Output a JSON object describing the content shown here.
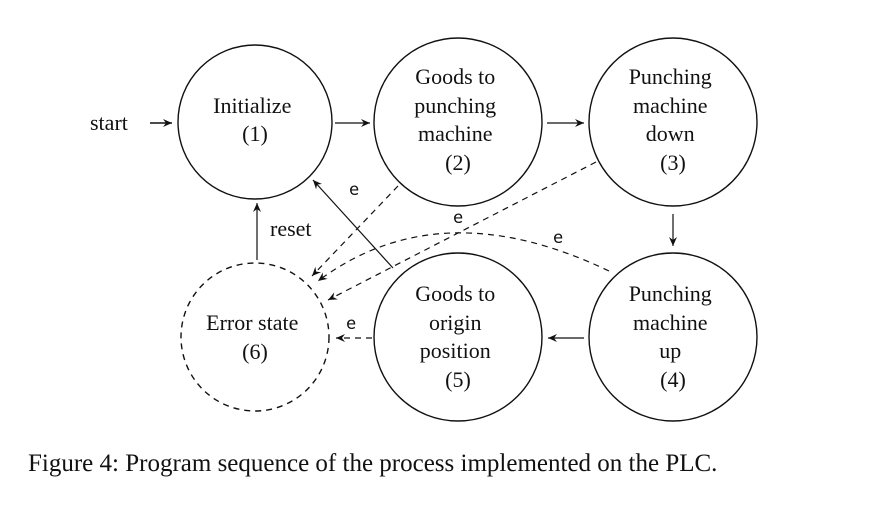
{
  "states": [
    {
      "id": "s1",
      "lines": [
        "Initialize",
        "(1)"
      ],
      "dashed": false
    },
    {
      "id": "s2",
      "lines": [
        "Goods to",
        "punching",
        "machine",
        "(2)"
      ],
      "dashed": false
    },
    {
      "id": "s3",
      "lines": [
        "Punching",
        "machine",
        "down",
        "(3)"
      ],
      "dashed": false
    },
    {
      "id": "s4",
      "lines": [
        "Punching",
        "machine",
        "up",
        "(4)"
      ],
      "dashed": false
    },
    {
      "id": "s5",
      "lines": [
        "Goods to",
        "origin",
        "position",
        "(5)"
      ],
      "dashed": false
    },
    {
      "id": "s6",
      "lines": [
        "Error state",
        "(6)"
      ],
      "dashed": true
    }
  ],
  "edges": {
    "start_label": "start",
    "reset_label": "reset",
    "error_label": "e"
  },
  "caption": "Figure 4: Program sequence of the process implemented on the PLC."
}
